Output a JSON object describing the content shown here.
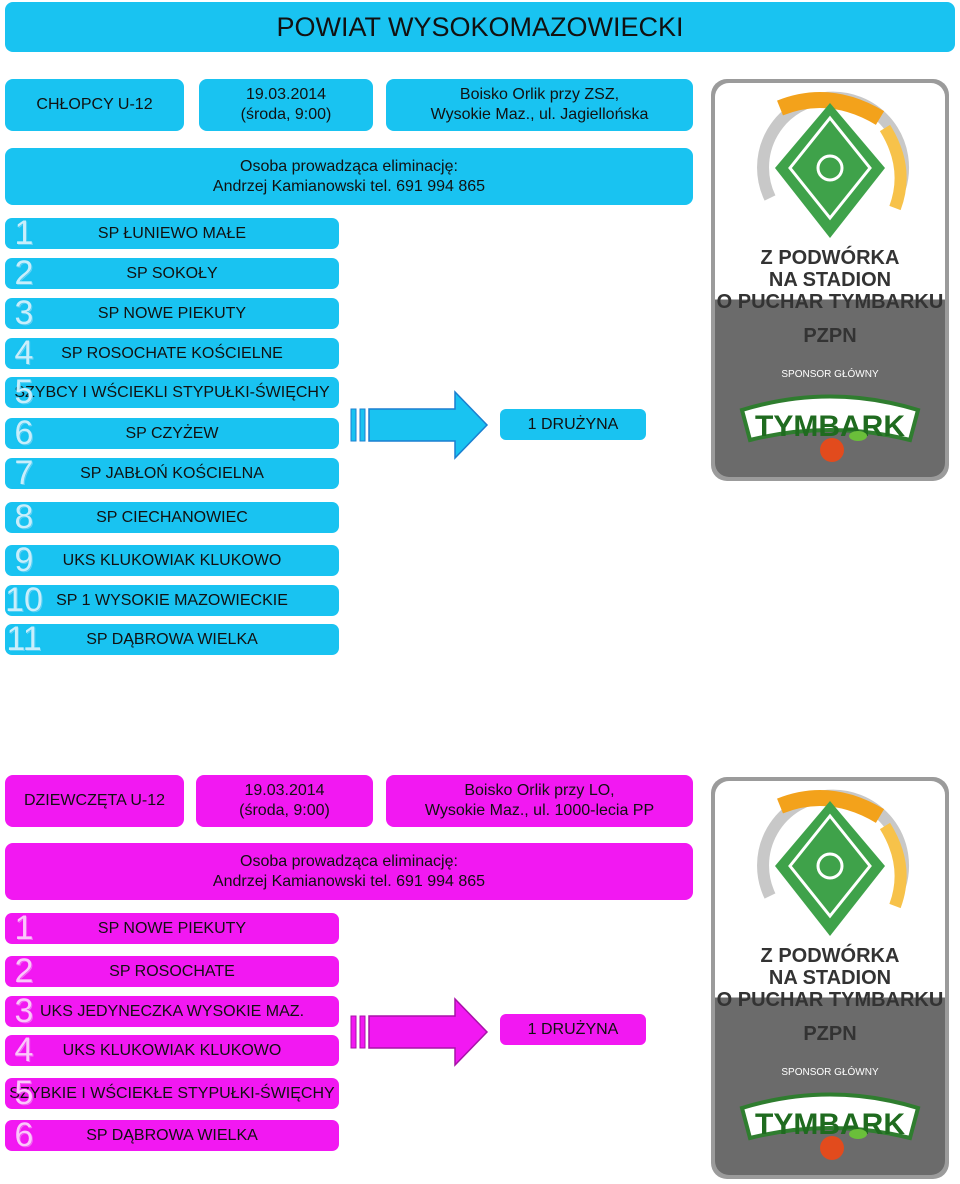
{
  "header": {
    "title": "POWIAT WYSOKOMAZOWIECKI"
  },
  "boys": {
    "category": "CHŁOPCY U-12",
    "date_line1": "19.03.2014",
    "date_line2": "(środa, 9:00)",
    "venue_line1": "Boisko Orlik przy ZSZ,",
    "venue_line2": "Wysokie Maz., ul. Jagiellońska",
    "organizer_line1": "Osoba prowadząca eliminację:",
    "organizer_line2": "Andrzej Kamianowski tel. 691 994 865",
    "teams": [
      {
        "n": "1",
        "name": "SP ŁUNIEWO MAŁE"
      },
      {
        "n": "2",
        "name": "SP SOKOŁY"
      },
      {
        "n": "3",
        "name": "SP NOWE PIEKUTY"
      },
      {
        "n": "4",
        "name": "SP ROSOCHATE KOŚCIELNE"
      },
      {
        "n": "5",
        "name": "SZYBCY I WŚCIEKLI STYPUŁKI-ŚWIĘCHY"
      },
      {
        "n": "6",
        "name": "SP CZYŻEW"
      },
      {
        "n": "7",
        "name": "SP JABŁOŃ KOŚCIELNA"
      },
      {
        "n": "8",
        "name": "SP CIECHANOWIEC"
      },
      {
        "n": "9",
        "name": "UKS KLUKOWIAK KLUKOWO"
      },
      {
        "n": "10",
        "name": "SP 1 WYSOKIE MAZOWIECKIE"
      },
      {
        "n": "11",
        "name": "SP DĄBROWA WIELKA"
      }
    ],
    "result": "1 DRUŻYNA"
  },
  "girls": {
    "category": "DZIEWCZĘTA U-12",
    "date_line1": "19.03.2014",
    "date_line2": "(środa, 9:00)",
    "venue_line1": "Boisko Orlik przy LO,",
    "venue_line2": "Wysokie Maz., ul. 1000-lecia PP",
    "organizer_line1": "Osoba prowadząca eliminację:",
    "organizer_line2": "Andrzej Kamianowski tel. 691 994 865",
    "teams": [
      {
        "n": "1",
        "name": "SP NOWE PIEKUTY"
      },
      {
        "n": "2",
        "name": "SP ROSOCHATE"
      },
      {
        "n": "3",
        "name": "UKS JEDYNECZKA WYSOKIE MAZ."
      },
      {
        "n": "4",
        "name": "UKS KLUKOWIAK KLUKOWO"
      },
      {
        "n": "5",
        "name": "SZYBKIE I WŚCIEKŁE STYPUŁKI-ŚWIĘCHY"
      },
      {
        "n": "6",
        "name": "SP DĄBROWA WIELKA"
      }
    ],
    "result": "1 DRUŻYNA"
  },
  "logo": {
    "line1": "Z PODWÓRKA",
    "line2": "NA STADION",
    "line3": "O PUCHAR TYMBARKU",
    "org": "PZPN",
    "sponsor": "SPONSOR GŁÓWNY",
    "brand": "TYMBARK"
  },
  "colors": {
    "boys": "#19c3f1",
    "girls": "#f218f2"
  }
}
